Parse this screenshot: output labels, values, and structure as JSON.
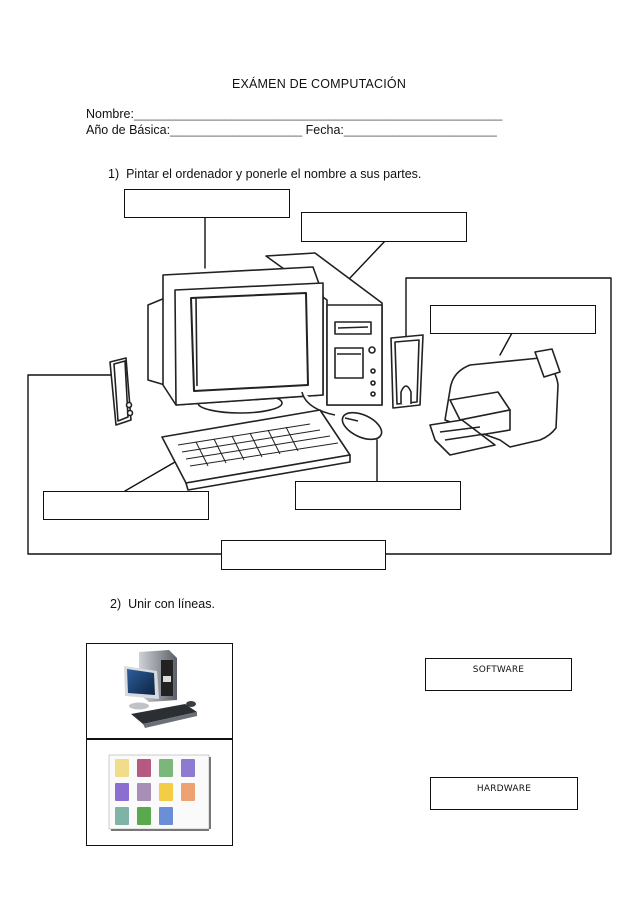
{
  "header": {
    "title": "EXÁMEN DE COMPUTACIÓN",
    "name_label": "Nombre:",
    "name_blank": "_____________________________________________________",
    "grade_label": "Año de Básica:",
    "grade_blank": "___________________",
    "date_label": "Fecha:",
    "date_blank": "______________________"
  },
  "question1": {
    "number": "1)",
    "text": "Pintar el ordenador y ponerle el nombre a sus partes.",
    "answer_boxes": [
      {
        "part": "monitor",
        "value": ""
      },
      {
        "part": "cpu",
        "value": ""
      },
      {
        "part": "printer",
        "value": ""
      },
      {
        "part": "keyboard",
        "value": ""
      },
      {
        "part": "mouse",
        "value": ""
      },
      {
        "part": "speakers",
        "value": ""
      }
    ]
  },
  "question2": {
    "number": "2)",
    "text": "Unir con líneas.",
    "images": [
      {
        "depicts": "desktop-computer-photo"
      },
      {
        "depicts": "office-software-icons"
      }
    ],
    "options": [
      {
        "label": "SOFTWARE"
      },
      {
        "label": "HARDWARE"
      }
    ]
  }
}
